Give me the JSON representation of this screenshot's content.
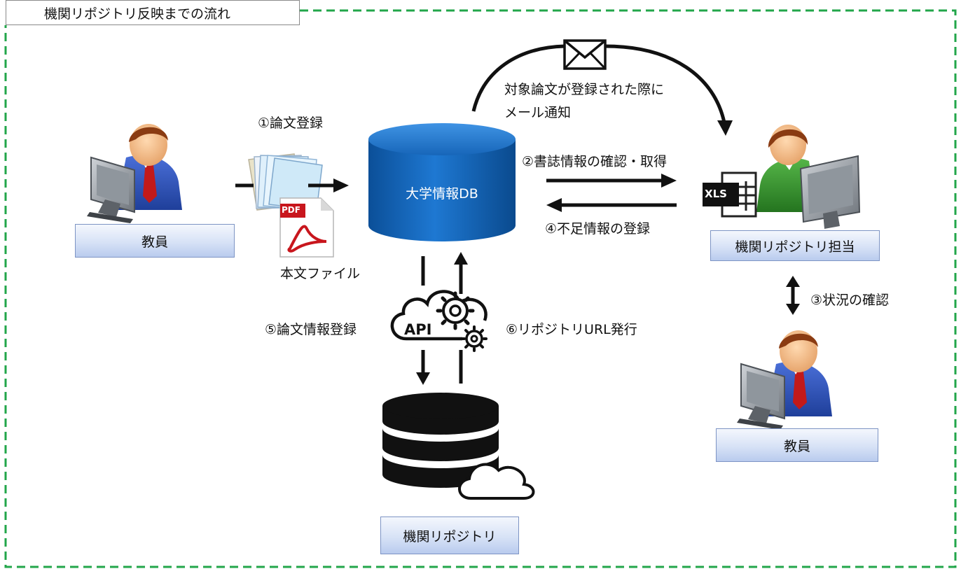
{
  "title": "機関リポジトリ反映までの流れ",
  "actors": {
    "teacher_left": "教員",
    "repo_staff": "機関リポジトリ担当",
    "teacher_bottom": "教員",
    "repository": "機関リポジトリ"
  },
  "database": {
    "label": "大学情報DB"
  },
  "files": {
    "pdf_badge": "PDF",
    "body_file_label": "本文ファイル",
    "xls_badge": "XLS"
  },
  "api": {
    "label": "API"
  },
  "steps": {
    "s1": "①論文登録",
    "s2": "②書誌情報の確認・取得",
    "s3": "③状況の確認",
    "s4": "④不足情報の登録",
    "s5": "⑤論文情報登録",
    "s6": "⑥リポジトリURL発行"
  },
  "notification": {
    "line1": "対象論文が登録された際に",
    "line2": "メール通知"
  },
  "colors": {
    "frame_border": "#22a64a",
    "db_blue": "#0a5fb4",
    "namebox_fill": "#cfdcf4",
    "namebox_border": "#7d94c4",
    "storage_black": "#111111"
  }
}
